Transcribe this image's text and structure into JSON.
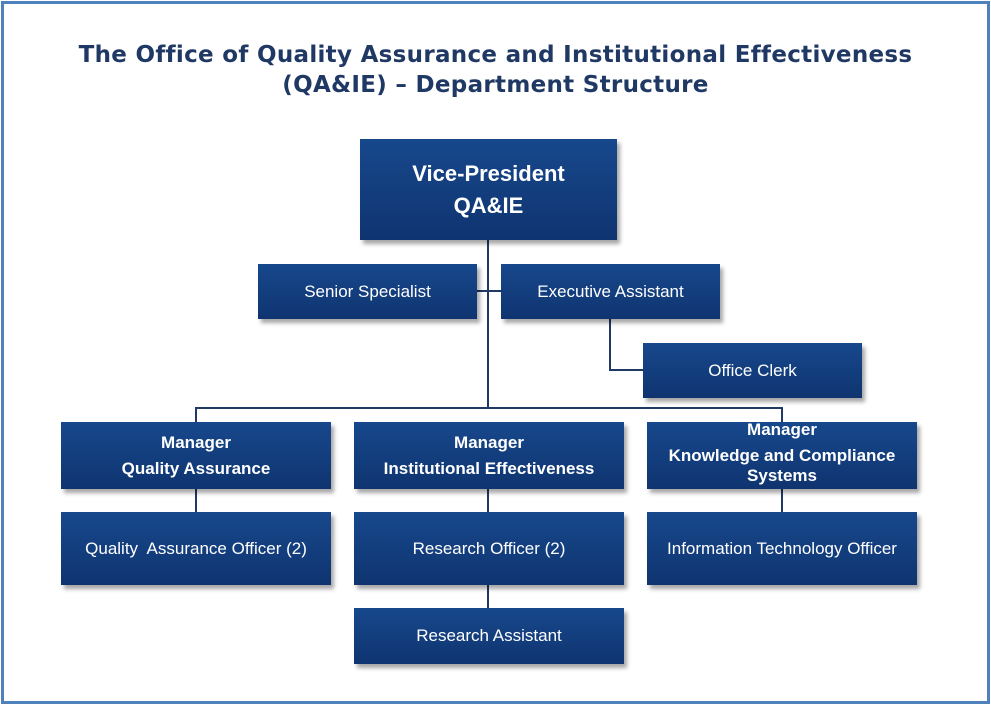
{
  "title": {
    "line1": "The Office of Quality Assurance and Institutional Effectiveness",
    "line2": "(QA&IE) – Department Structure"
  },
  "nodes": {
    "vp": {
      "line1": "Vice-President",
      "line2": "QA&IE"
    },
    "senior_specialist": "Senior Specialist",
    "executive_assistant": "Executive Assistant",
    "office_clerk": "Office Clerk",
    "manager_qa": {
      "line1": "Manager",
      "line2": "Quality Assurance"
    },
    "manager_ie": {
      "line1": "Manager",
      "line2": "Institutional Effectiveness"
    },
    "manager_kcs": {
      "line1": "Manager",
      "line2": "Knowledge and Compliance",
      "line3": "Systems"
    },
    "qa_officer": "Quality  Assurance Officer (2)",
    "research_officer": "Research Officer (2)",
    "it_officer": "Information Technology Officer",
    "research_assistant": "Research Assistant"
  },
  "colors": {
    "border": "#4f81bd",
    "box": "#17488c",
    "title": "#1f3864"
  }
}
